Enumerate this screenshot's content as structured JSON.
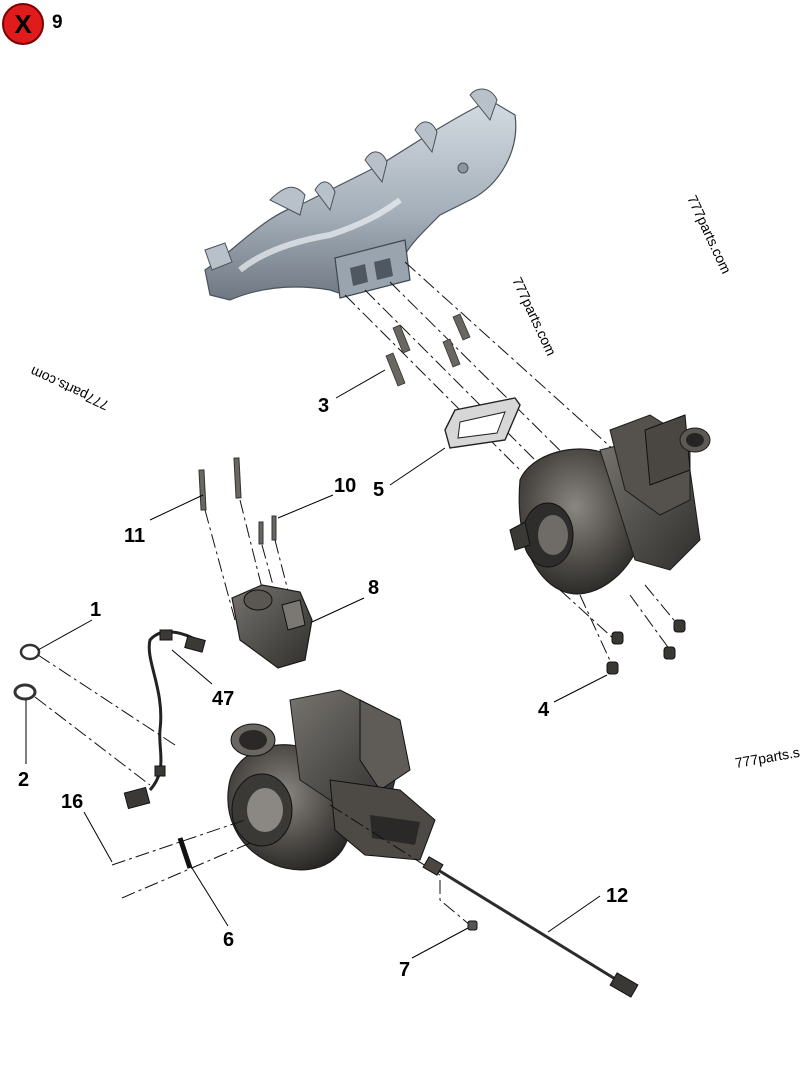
{
  "header": {
    "close_symbol": "X",
    "page_number": "9"
  },
  "callouts": {
    "c1": "1",
    "c2": "2",
    "c3": "3",
    "c4": "4",
    "c5": "5",
    "c6": "6",
    "c7": "7",
    "c8": "8",
    "c10": "10",
    "c11": "11",
    "c12": "12",
    "c16": "16",
    "c47": "47"
  },
  "watermarks": {
    "top_right": "777parts.com",
    "center": "777parts.com",
    "left": "777parts.com",
    "right_edge": "777parts.s"
  },
  "colors": {
    "close_badge": "#e01b1b",
    "manifold": "#a9b3bd",
    "turbo_body": "#4a4844"
  }
}
